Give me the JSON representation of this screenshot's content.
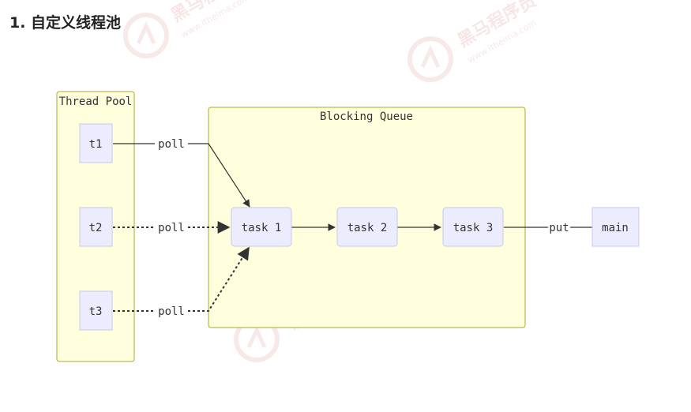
{
  "heading": "1. 自定义线程池",
  "watermark": {
    "brand": "黑马程序员",
    "url": "www.itheima.com"
  },
  "diagram": {
    "clusters": {
      "thread_pool": "Thread Pool",
      "blocking_queue": "Blocking Queue"
    },
    "nodes": {
      "t1": "t1",
      "t2": "t2",
      "t3": "t3",
      "task1": "task 1",
      "task2": "task 2",
      "task3": "task 3",
      "main": "main"
    },
    "edge_labels": {
      "t1_poll": "poll",
      "t2_poll": "poll",
      "t3_poll": "poll",
      "main_put": "put"
    },
    "colors": {
      "cluster_fill": "#ffffde",
      "cluster_stroke": "#aaaa33",
      "node_fill": "#ececff",
      "node_stroke": "#9370db",
      "edge": "#333333"
    }
  }
}
